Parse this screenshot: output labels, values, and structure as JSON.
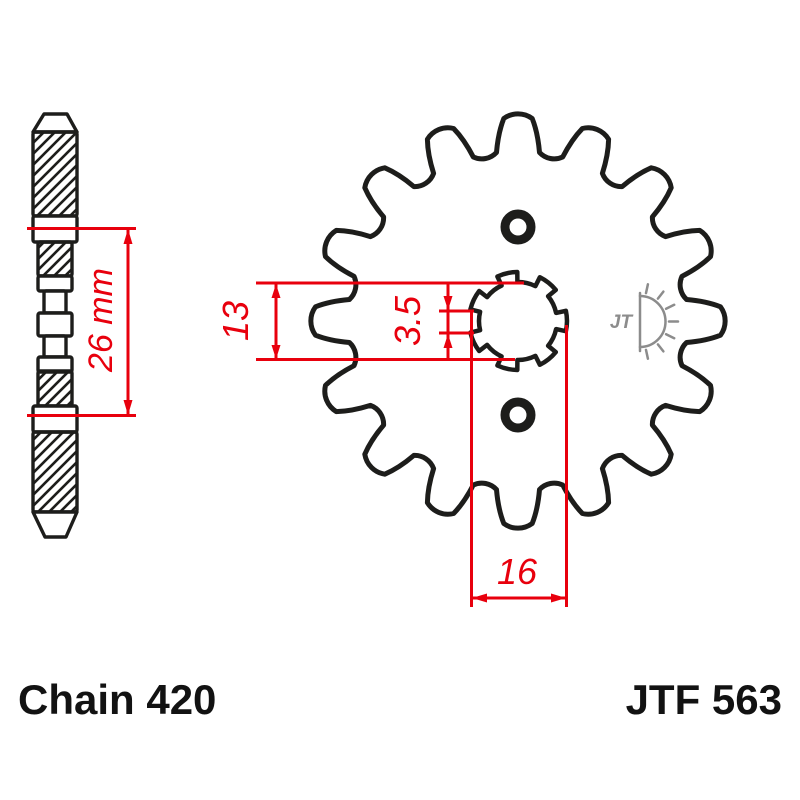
{
  "product": {
    "chain_label": "Chain 420",
    "model_label": "JTF 563"
  },
  "dimensions": {
    "hub_width_label": "26 mm",
    "bore_height_label": "13",
    "spline_tab_label": "3.5",
    "spline_od_label": "16"
  },
  "sprocket": {
    "teeth": 16,
    "spline_tabs": 7,
    "bolt_holes": 2
  },
  "icons": {
    "logo": "jt-rising-sun-logo",
    "logo_text": "JT"
  },
  "colors": {
    "outline_ink": "#1d1d1b",
    "dimension_red": "#e8000d",
    "logo_gray": "#8c8c8c",
    "background": "#ffffff"
  }
}
